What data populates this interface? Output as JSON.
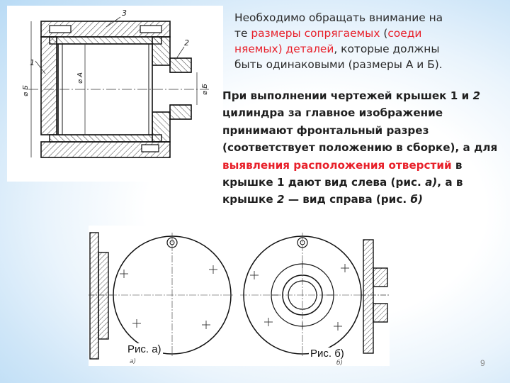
{
  "note": {
    "line1": "Необходимо обращать внимание на",
    "line2_prefix": "те ",
    "line2_red1": "размеры сопрягаемых",
    "line2_mid": " (",
    "line2_red2": "соеди",
    "line3_red": "няемых) деталей",
    "line3_suffix": ", которые должны",
    "line4": "быть одинаковыми (размеры А и Б)."
  },
  "rules": {
    "part1": "При выполнении чертежей крышек ",
    "num1": "1",
    "part2": " и ",
    "num2": "2",
    "part3": " цилиндра за главное изображение принимают фронтальный разрез (соответствует положению в сборке), а для ",
    "red": "выявления расположения отверстий",
    "part4": " в крышке 1 дают вид слева (рис. ",
    "fig_a": "а)",
    "part5": ", а в крышке ",
    "num3": "2",
    "part6": " — вид справа (рис. ",
    "fig_b": "б)"
  },
  "drawing_labels": {
    "callout1": "1",
    "callout2": "2",
    "callout3": "3",
    "dimA": "⌀ А",
    "dimB_left": "⌀ Б",
    "dimB_right": "⌀ Б",
    "sub_a": "а)",
    "sub_b": "б)"
  },
  "captions": {
    "fig_a": "Рис. а)",
    "fig_b": "Рис. б)"
  },
  "page_number": "9",
  "colors": {
    "accent_red": "#e8202a",
    "background_blue": "#b9dbf5"
  }
}
